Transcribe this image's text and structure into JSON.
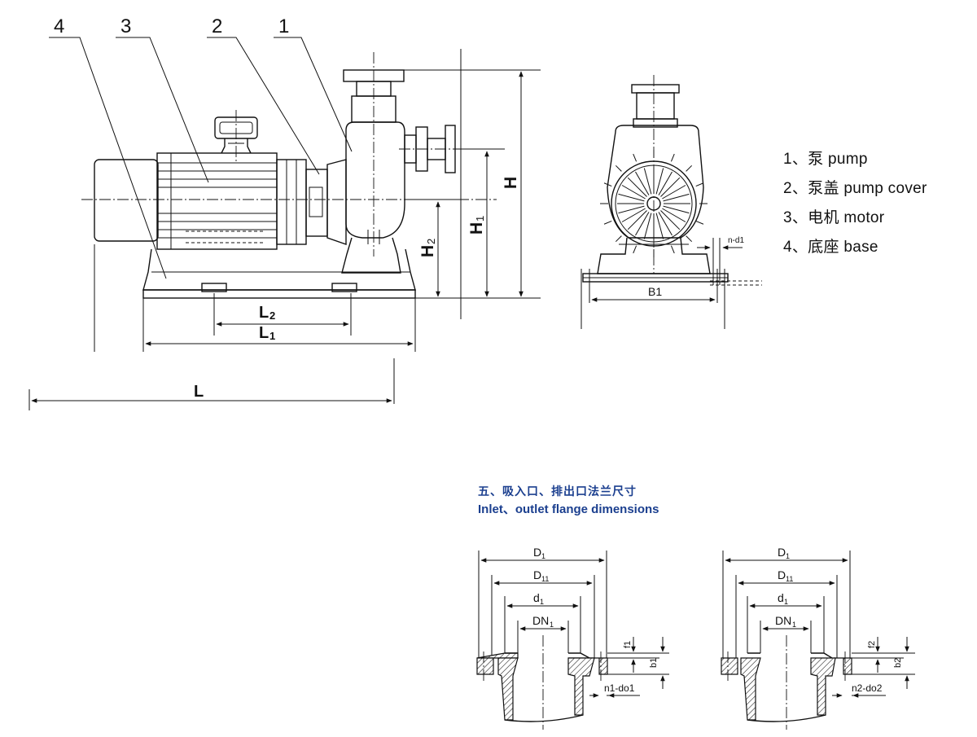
{
  "callouts": {
    "n1": "1",
    "n2": "2",
    "n3": "3",
    "n4": "4"
  },
  "dimensions": {
    "H": "H",
    "H1": "H",
    "H1_sub": "1",
    "H2": "H",
    "H2_sub": "2",
    "L": "L",
    "L1": "L",
    "L1_sub": "1",
    "L2": "L",
    "L2_sub": "2",
    "B1": "B1",
    "n_d1": "n-d1"
  },
  "legend": [
    {
      "label": "1、泵 pump"
    },
    {
      "label": "2、泵盖 pump cover"
    },
    {
      "label": "3、电机 motor"
    },
    {
      "label": "4、底座 base"
    }
  ],
  "flange_section": {
    "title_cn": "五、吸入口、排出口法兰尺寸",
    "title_en": "Inlet、outlet flange dimensions",
    "colors": {
      "heading": "#1b3f8f"
    },
    "inlet": {
      "D1": "D",
      "D1_sub": "1",
      "D11": "D",
      "D11_sub": "11",
      "d1": "d",
      "d1_sub": "1",
      "DN1": "DN",
      "DN1_sub": "1",
      "f": "f1",
      "b": "b1",
      "holes": "n1-do1"
    },
    "outlet": {
      "D1": "D",
      "D1_sub": "1",
      "D11": "D",
      "D11_sub": "11",
      "d1": "d",
      "d1_sub": "1",
      "DN1": "DN",
      "DN1_sub": "1",
      "f": "f2",
      "b": "b2",
      "holes": "n2-do2"
    }
  }
}
